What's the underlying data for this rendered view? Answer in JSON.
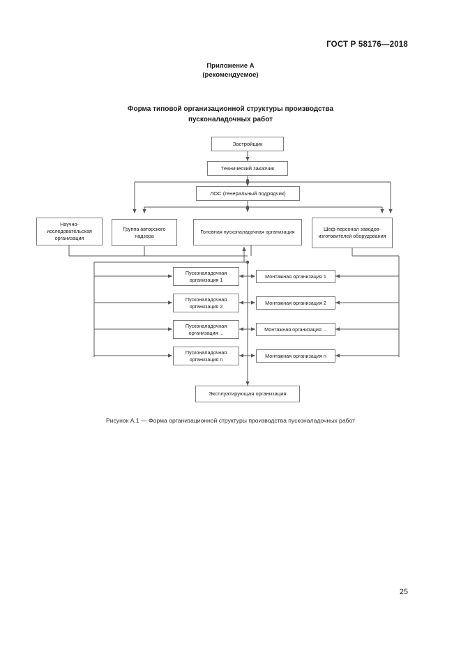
{
  "document": {
    "standard_header": "ГОСТ Р 58176—2018",
    "page_number": "25"
  },
  "annex": {
    "title": "Приложение А",
    "subtitle": "(рекомендуемое)"
  },
  "form_title": {
    "line1": "Форма типовой организационной структуры производства",
    "line2": "пусконаладочных работ"
  },
  "figure": {
    "caption": "Рисунок А.1 — Форма организационной структуры производства пусконаладочных работ"
  },
  "diagram": {
    "nodes": {
      "developer": "Застройщик",
      "technical_customer": "Технический заказчик",
      "general_contractor": "ЛОС (генеральный подрядчик)",
      "research_organization": "Научно-исследовательская организация",
      "designer_supervision_group": "Группа авторского надзора",
      "lead_commissioning_organization": "Головная пусконаладочная организация",
      "manufacturer_chief_personnel": "Шеф-персонал заводов-изготовителей оборудования",
      "commissioning_1": "Пусконаладочная организация 1",
      "commissioning_2": "Пусконаладочная организация 2",
      "commissioning_dots": "Пусконаладочная организация ...",
      "commissioning_n": "Пусконаладочная организация n",
      "installation_1": "Монтажная организация 1",
      "installation_2": "Монтажная организация 2",
      "installation_dots": "Монтажная организация ...",
      "installation_n": "Монтажная организация n",
      "operating_organization": "Эксплуатирующая организация"
    }
  },
  "colors": {
    "box_border": "#7a7a7a",
    "line": "#555555",
    "text": "#1a1a1a",
    "page_background": "#ffffff"
  }
}
